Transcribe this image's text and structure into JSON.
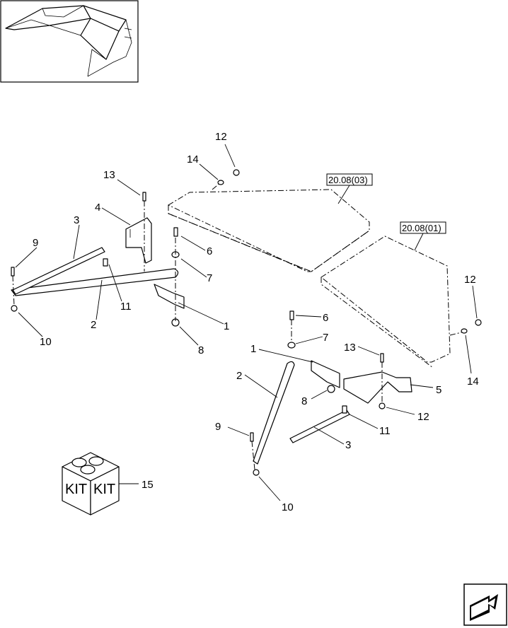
{
  "diagram": {
    "callouts": [
      {
        "id": "c1a",
        "label": "1"
      },
      {
        "id": "c1b",
        "label": "1"
      },
      {
        "id": "c2a",
        "label": "2"
      },
      {
        "id": "c2b",
        "label": "2"
      },
      {
        "id": "c3a",
        "label": "3"
      },
      {
        "id": "c3b",
        "label": "3"
      },
      {
        "id": "c4",
        "label": "4"
      },
      {
        "id": "c5",
        "label": "5"
      },
      {
        "id": "c6a",
        "label": "6"
      },
      {
        "id": "c6b",
        "label": "6"
      },
      {
        "id": "c7a",
        "label": "7"
      },
      {
        "id": "c7b",
        "label": "7"
      },
      {
        "id": "c8a",
        "label": "8"
      },
      {
        "id": "c8b",
        "label": "8"
      },
      {
        "id": "c9a",
        "label": "9"
      },
      {
        "id": "c9b",
        "label": "9"
      },
      {
        "id": "c10a",
        "label": "10"
      },
      {
        "id": "c10b",
        "label": "10"
      },
      {
        "id": "c11a",
        "label": "11"
      },
      {
        "id": "c11b",
        "label": "11"
      },
      {
        "id": "c12a",
        "label": "12"
      },
      {
        "id": "c12b",
        "label": "12"
      },
      {
        "id": "c12c",
        "label": "12"
      },
      {
        "id": "c13a",
        "label": "13"
      },
      {
        "id": "c13b",
        "label": "13"
      },
      {
        "id": "c14a",
        "label": "14"
      },
      {
        "id": "c14b",
        "label": "14"
      },
      {
        "id": "c15",
        "label": "15"
      }
    ],
    "references": [
      {
        "id": "ref1",
        "label": "20.08(03)"
      },
      {
        "id": "ref2",
        "label": "20.08(01)"
      }
    ],
    "kit_box": {
      "left_label": "KIT",
      "right_label": "KIT"
    }
  }
}
